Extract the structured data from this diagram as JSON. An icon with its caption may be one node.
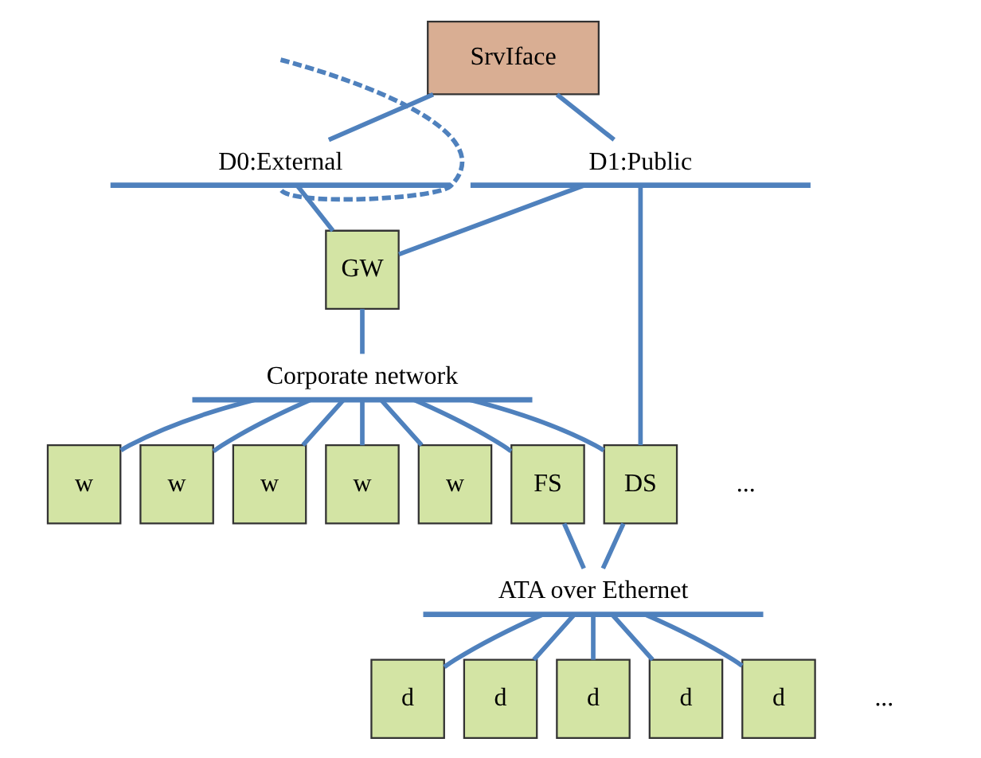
{
  "diagram": {
    "nodes": [
      {
        "text": [
          "SrvIface"
        ]
      },
      {
        "text": [
          "D0:External"
        ]
      },
      {
        "text": [
          "D1:Public"
        ]
      },
      {
        "text": [
          "GW"
        ]
      },
      {
        "text": [
          "Corporate network"
        ]
      },
      {
        "text": [
          "w"
        ]
      },
      {
        "text": [
          "w"
        ]
      },
      {
        "text": [
          "w"
        ]
      },
      {
        "text": [
          "w"
        ]
      },
      {
        "text": [
          "w"
        ]
      },
      {
        "text": [
          "FS"
        ]
      },
      {
        "text": [
          "DS"
        ]
      },
      {
        "text": [
          "d"
        ]
      },
      {
        "text": [
          "d"
        ]
      },
      {
        "text": [
          "d"
        ]
      },
      {
        "text": [
          "d"
        ]
      },
      {
        "text": [
          "d"
        ]
      },
      {
        "text": [
          "ATA over Ethernet"
        ]
      }
    ],
    "edges": [
      {
        "from": null,
        "to": 1,
        "arrow": "none",
        "style": "dashed"
      },
      {
        "from": 0,
        "to": 1,
        "arrow": "none"
      },
      {
        "from": 0,
        "to": 2,
        "arrow": "none"
      },
      {
        "from": 1,
        "to": 3,
        "arrow": "none"
      },
      {
        "from": 2,
        "to": 3,
        "arrow": "none"
      },
      {
        "from": 3,
        "to": 4,
        "arrow": "none"
      },
      {
        "from": 4,
        "to": 5,
        "arrow": "none"
      },
      {
        "from": 4,
        "to": 6,
        "arrow": "none"
      },
      {
        "from": 4,
        "to": 7,
        "arrow": "none"
      },
      {
        "from": 4,
        "to": 8,
        "arrow": "none"
      },
      {
        "from": 4,
        "to": 9,
        "arrow": "none"
      },
      {
        "from": 4,
        "to": 10,
        "arrow": "none"
      },
      {
        "from": 4,
        "to": 11,
        "arrow": "none"
      },
      {
        "from": 2,
        "to": 11,
        "arrow": "none"
      },
      {
        "from": 10,
        "to": 17,
        "arrow": "none"
      },
      {
        "from": 11,
        "to": 17,
        "arrow": "none"
      },
      {
        "from": 17,
        "to": 12,
        "arrow": "none"
      },
      {
        "from": 17,
        "to": 13,
        "arrow": "none"
      },
      {
        "from": 17,
        "to": 14,
        "arrow": "none"
      },
      {
        "from": 17,
        "to": 15,
        "arrow": "none"
      },
      {
        "from": 17,
        "to": 16,
        "arrow": "none"
      }
    ],
    "labels": [
      "...",
      "..."
    ]
  }
}
